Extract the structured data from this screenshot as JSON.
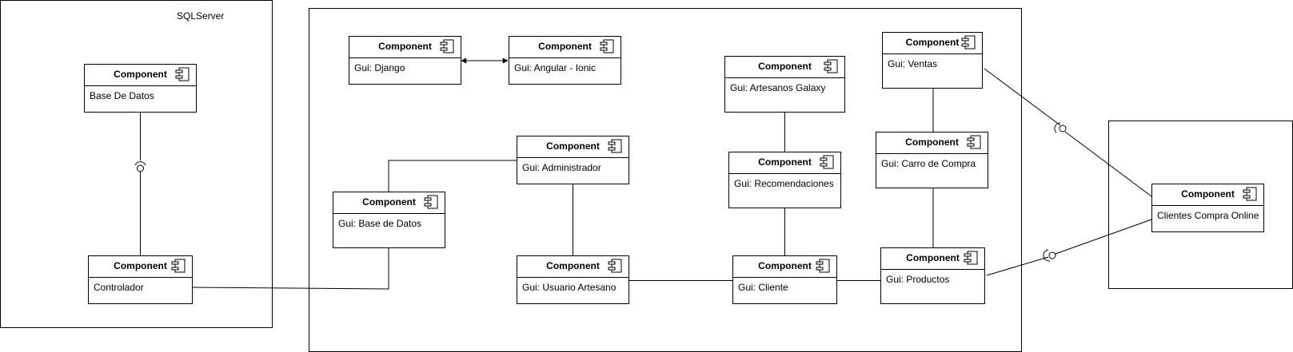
{
  "frames": {
    "sqlserver": {
      "label": "SQLServer"
    },
    "application": {
      "label": ""
    },
    "client": {
      "label": ""
    }
  },
  "components": {
    "base_de_datos": {
      "stereotype": "Component",
      "name": "Base De Datos"
    },
    "controlador": {
      "stereotype": "Component",
      "name": "Controlador"
    },
    "gui_django": {
      "stereotype": "Component",
      "name": "Gui: Django"
    },
    "gui_angular_ionic": {
      "stereotype": "Component",
      "name": "Gui: Angular - Ionic"
    },
    "gui_administrador": {
      "stereotype": "Component",
      "name": "Gui: Administrador"
    },
    "gui_base_de_datos": {
      "stereotype": "Component",
      "name": "Gui: Base de Datos"
    },
    "gui_usuario_artesano": {
      "stereotype": "Component",
      "name": "Gui: Usuario Artesano"
    },
    "gui_artesanos_galaxy": {
      "stereotype": "Component",
      "name": "Gui: Artesanos Galaxy"
    },
    "gui_recomendaciones": {
      "stereotype": "Component",
      "name": "Gui: Recomendaciones"
    },
    "gui_cliente": {
      "stereotype": "Component",
      "name": "Gui: Cliente"
    },
    "gui_ventas": {
      "stereotype": "Component",
      "name": "Gui: Ventas"
    },
    "gui_carro_de_compra": {
      "stereotype": "Component",
      "name": "Gui: Carro de Compra"
    },
    "gui_productos": {
      "stereotype": "Component",
      "name": "Gui: Productos"
    },
    "clientes_compra_online": {
      "stereotype": "Component",
      "name": "Clientes Compra Online"
    }
  },
  "icons": {
    "component": "uml-component-icon",
    "interface": "required-interface-icon"
  },
  "colors": {
    "stroke": "#000000",
    "fill": "#ffffff"
  }
}
